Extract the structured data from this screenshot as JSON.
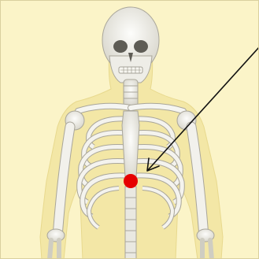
{
  "illustration": {
    "subject": "human-skeleton-upper-body",
    "view": "anterior",
    "background_color": "#fbf4c8",
    "body_silhouette_color": "#f3e7a6",
    "bone_color": "#f1f1ee",
    "bone_shadow_color": "#b9b7ad"
  },
  "marker": {
    "shape": "dot",
    "color": "#e60000",
    "location": "lower-sternum-xiphoid"
  },
  "pointer": {
    "shape": "arrow",
    "color": "#111111",
    "direction": "upper-right-to-marker"
  }
}
